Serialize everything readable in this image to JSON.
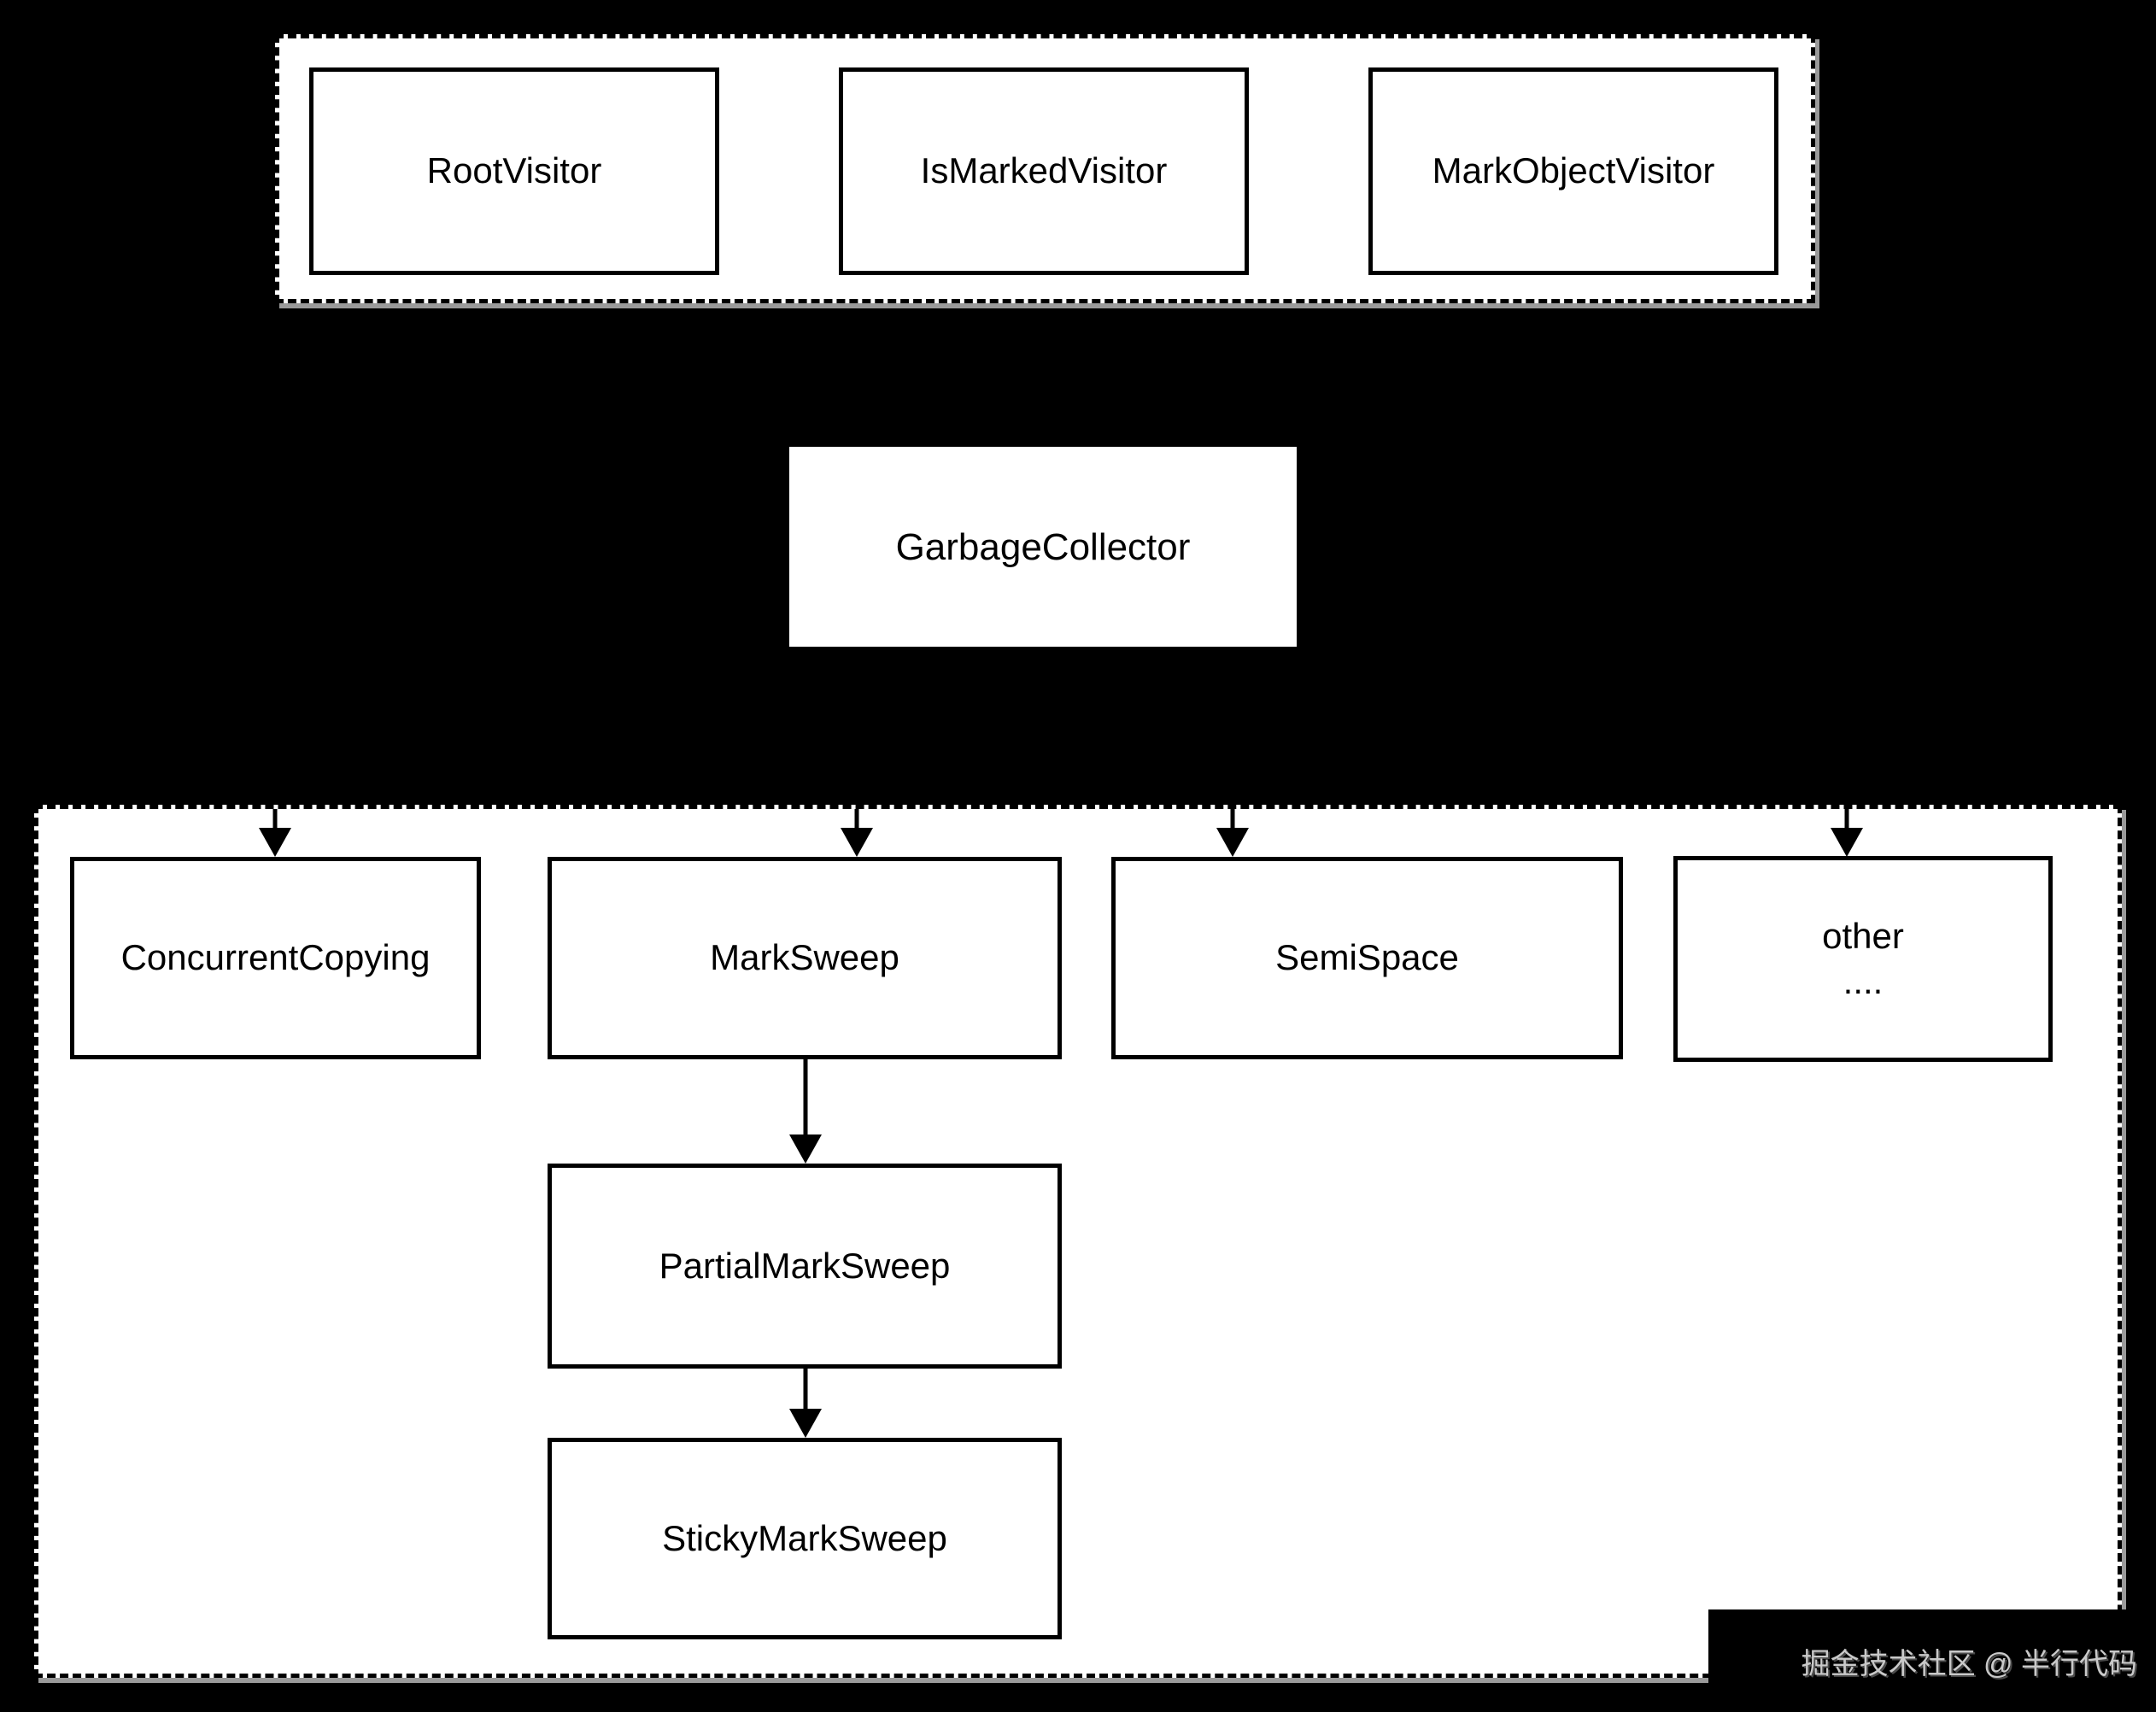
{
  "diagram": {
    "title_hint": "ART GarbageCollector class hierarchy",
    "colors": {
      "page_background": "#000000",
      "box_fill": "#ffffff",
      "line": "#000000",
      "container_shadow": "#9a9a9a"
    },
    "visitor_group": {
      "boxes": [
        {
          "label": "RootVisitor"
        },
        {
          "label": "IsMarkedVisitor"
        },
        {
          "label": "MarkObjectVisitor"
        }
      ]
    },
    "collector": {
      "label": "GarbageCollector"
    },
    "collector_group": {
      "boxes": [
        {
          "label": "ConcurrentCopying"
        },
        {
          "label": "MarkSweep"
        },
        {
          "label": "SemiSpace"
        },
        {
          "label": "other",
          "sublabel": "...."
        },
        {
          "label": "PartialMarkSweep"
        },
        {
          "label": "StickyMarkSweep"
        }
      ],
      "edges": [
        {
          "from": "GarbageCollector",
          "to": "ConcurrentCopying"
        },
        {
          "from": "GarbageCollector",
          "to": "MarkSweep"
        },
        {
          "from": "GarbageCollector",
          "to": "SemiSpace"
        },
        {
          "from": "GarbageCollector",
          "to": "other"
        },
        {
          "from": "MarkSweep",
          "to": "PartialMarkSweep"
        },
        {
          "from": "PartialMarkSweep",
          "to": "StickyMarkSweep"
        }
      ]
    }
  },
  "watermark": {
    "text": "掘金技术社区 @ 半行代码",
    "color": "#c9c9c9"
  }
}
